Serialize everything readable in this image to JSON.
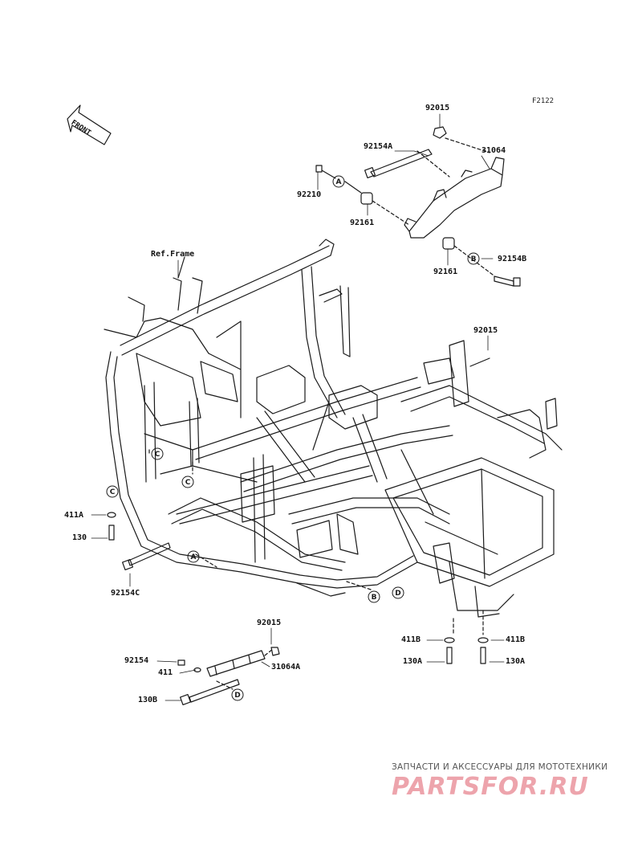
{
  "figure_code": "F2122",
  "front_label": "FRONT",
  "reference_label": "Ref.Frame",
  "callouts": [
    "A",
    "B",
    "C",
    "D"
  ],
  "parts": {
    "p92015_top": "92015",
    "p92154A": "92154A",
    "p31064": "31064",
    "p92210": "92210",
    "p92161_a": "92161",
    "p92161_b": "92161",
    "p92154B": "92154B",
    "p92015_mid": "92015",
    "p411A": "411A",
    "p130": "130",
    "p92154C": "92154C",
    "p92015_low": "92015",
    "p92154": "92154",
    "p411": "411",
    "p31064A": "31064A",
    "p130B": "130B",
    "p411B_l": "411B",
    "p411B_r": "411B",
    "p130A_l": "130A",
    "p130A_r": "130A"
  },
  "watermark": {
    "line1": "ЗАПЧАСТИ И АКСЕССУАРЫ ДЛЯ МОТОТЕХНИКИ",
    "line2": "PARTSFOR.RU"
  },
  "colors": {
    "line": "#1a1a1a",
    "watermark_text": "#555555",
    "watermark_brand": "#e05a6a"
  }
}
